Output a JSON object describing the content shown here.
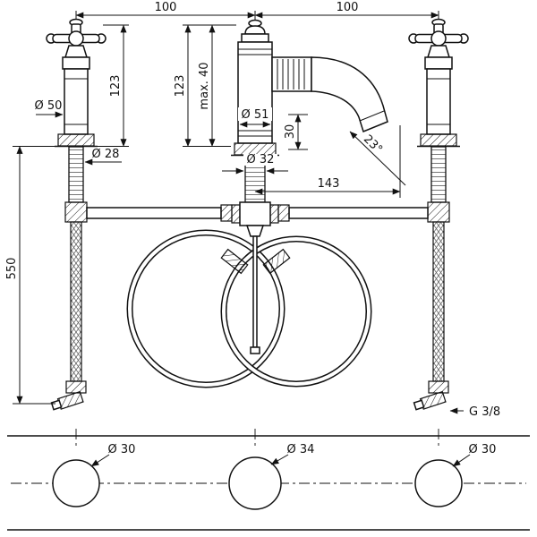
{
  "dimensions": {
    "spacing_left": "100",
    "spacing_right": "100",
    "handle_height": "123",
    "spout_height": "123",
    "max_deck_thickness": "max. 40",
    "handle_diameter": "Ø 50",
    "spout_body_diameter": "Ø 51",
    "valve_shank_diameter": "Ø 28",
    "spout_shank_diameter": "Ø 32",
    "outlet_drop": "30",
    "spout_angle": "23°",
    "spout_reach": "143",
    "supply_hose_length": "550",
    "connection_thread": "G 3/8"
  },
  "mounting_holes": {
    "left": "Ø 30",
    "center": "Ø 34",
    "right": "Ø 30"
  }
}
